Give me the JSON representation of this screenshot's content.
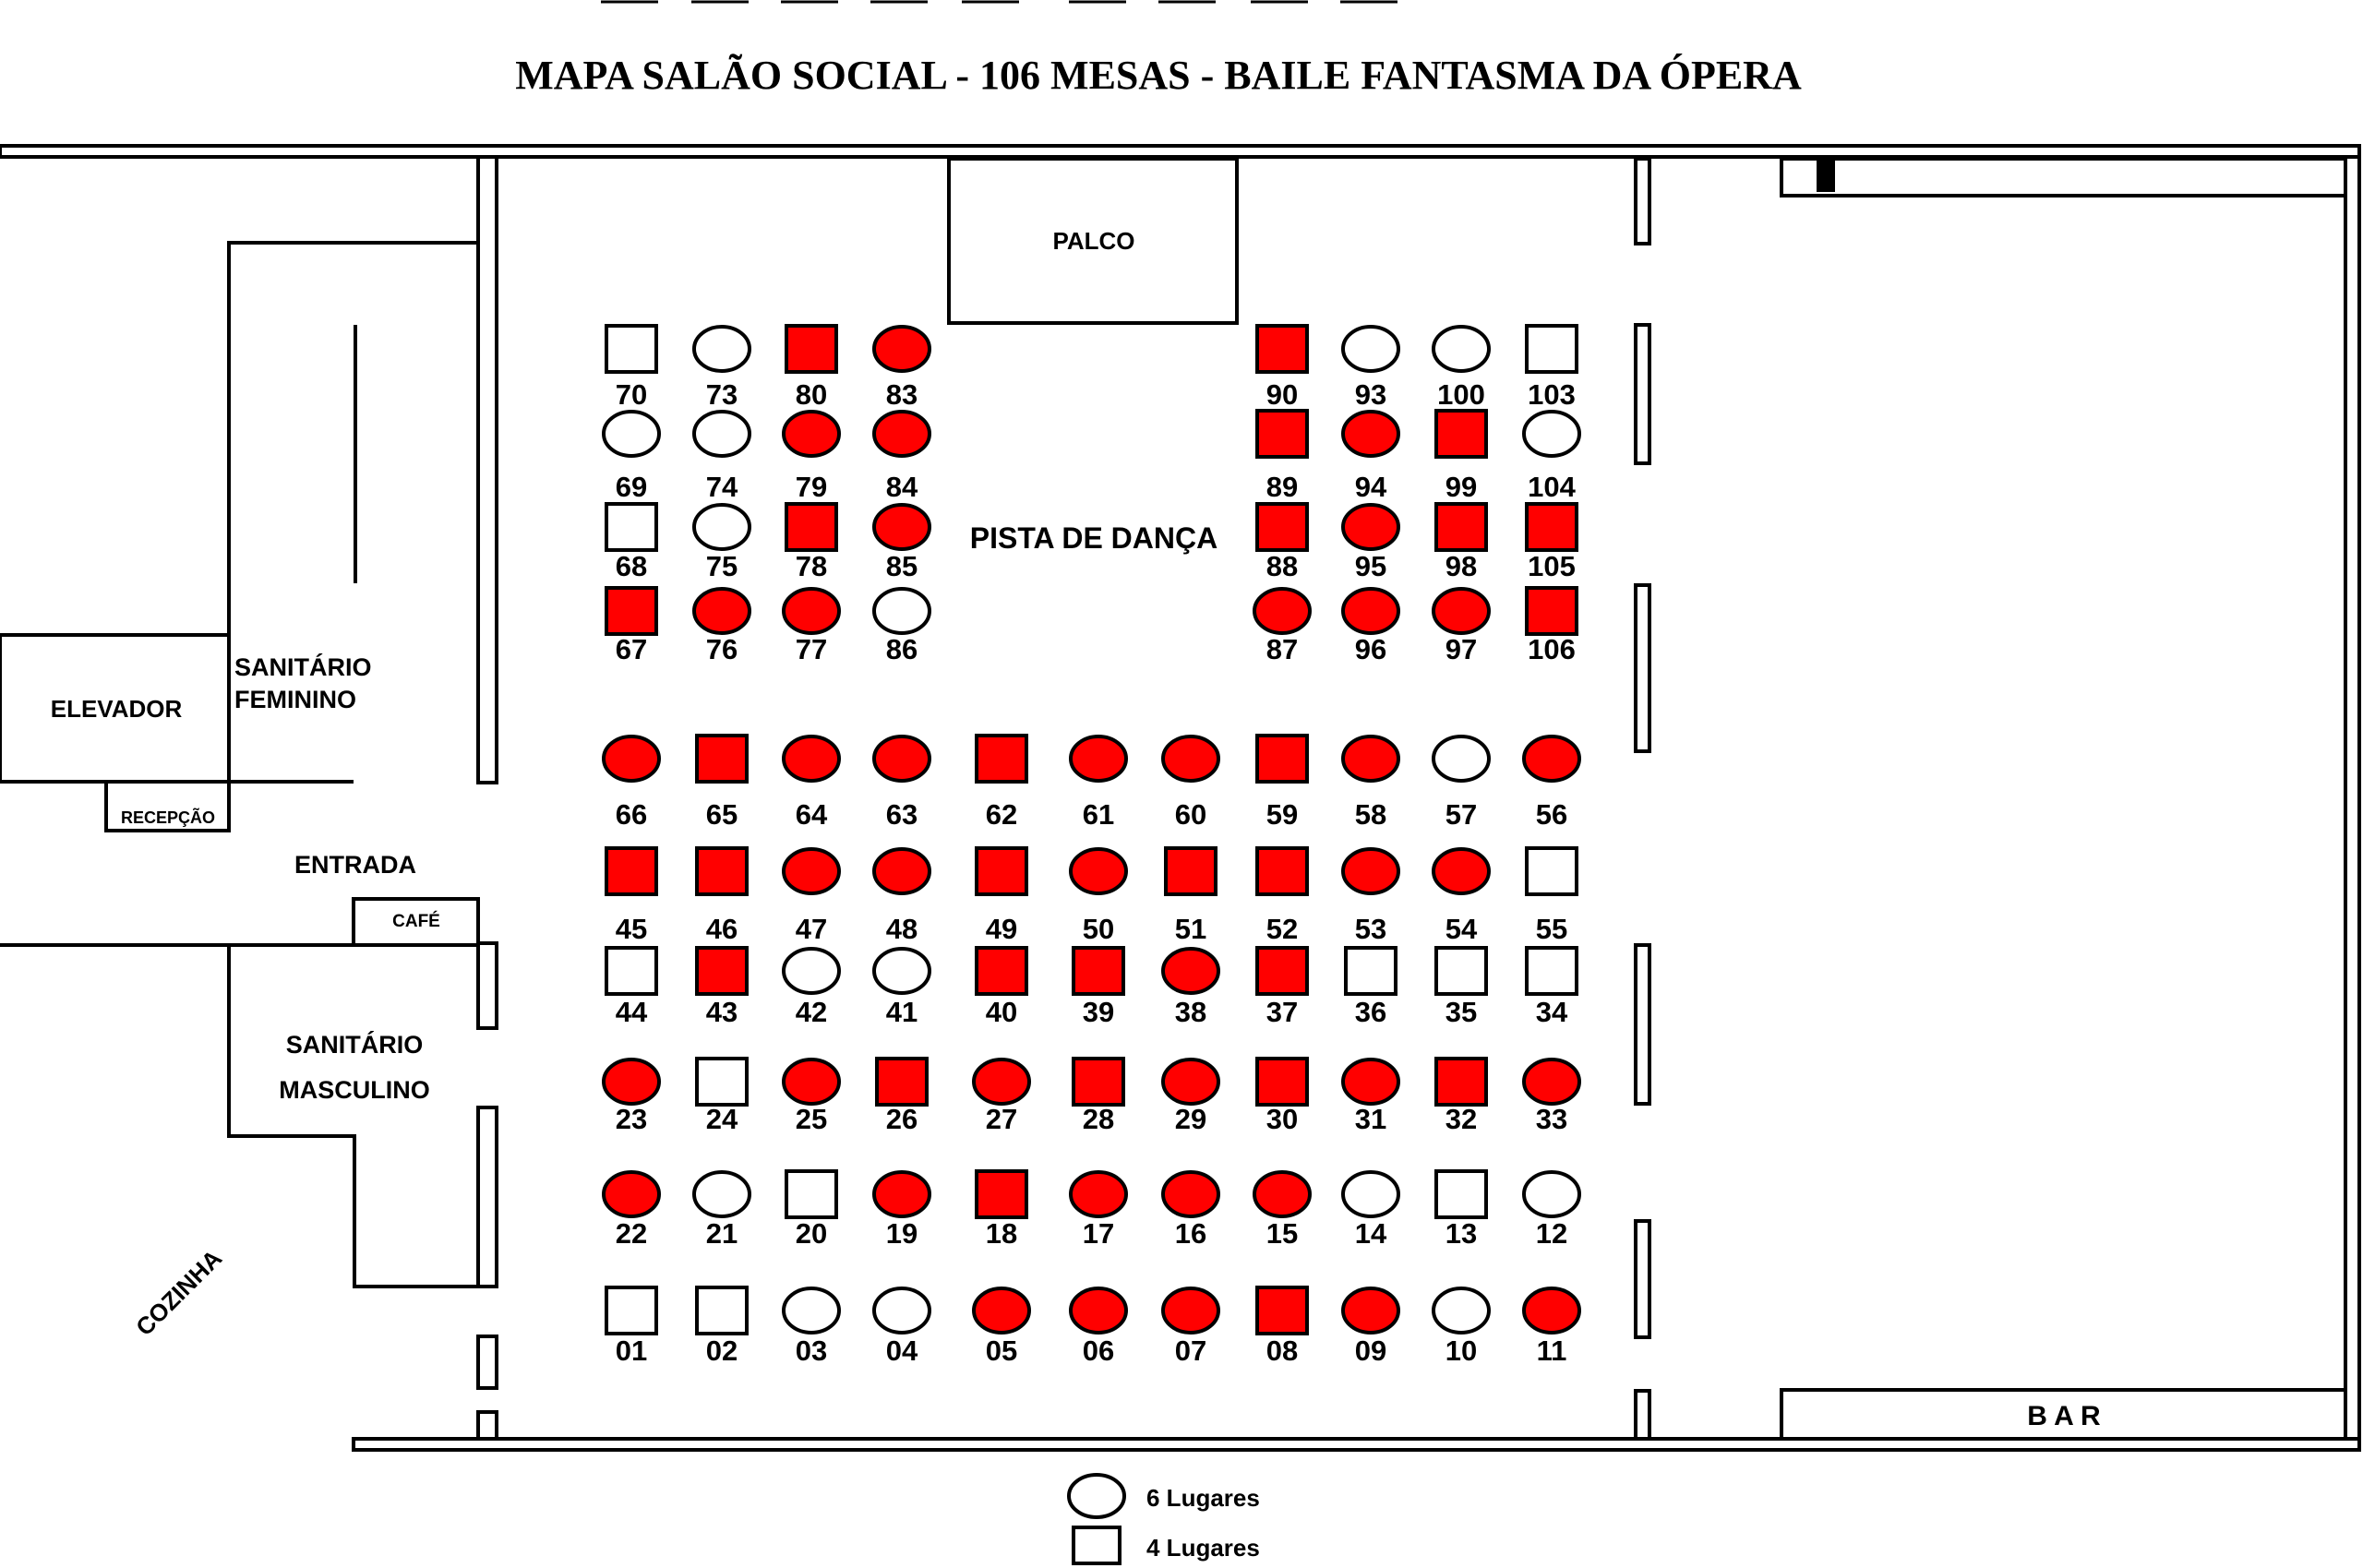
{
  "title": "MAPA SALÃO SOCIAL - 106 MESAS - BAILE FANTASMA DA ÓPERA",
  "labels": {
    "palco": "PALCO",
    "pista": "PISTA DE DANÇA",
    "elevador": "ELEVADOR",
    "sanitario_fem_1": "SANITÁRIO",
    "sanitario_fem_2": "FEMININO",
    "recepcao": "RECEPÇÃO",
    "entrada": "ENTRADA",
    "cafe": "CAFÉ",
    "sanitario_masc_1": "SANITÁRIO",
    "sanitario_masc_2": "MASCULINO",
    "cozinha": "COZINHA",
    "bar": "B A R"
  },
  "legend": {
    "round": "6 Lugares",
    "square": "4 Lugares"
  },
  "colors": {
    "reserved": "#ff0000",
    "available": "#ffffff",
    "line": "#000000"
  },
  "tables": [
    {
      "num": "70",
      "shape": "square",
      "reserved": false
    },
    {
      "num": "73",
      "shape": "round",
      "reserved": false
    },
    {
      "num": "80",
      "shape": "square",
      "reserved": true
    },
    {
      "num": "83",
      "shape": "round",
      "reserved": true
    },
    {
      "num": "90",
      "shape": "square",
      "reserved": true
    },
    {
      "num": "93",
      "shape": "round",
      "reserved": false
    },
    {
      "num": "100",
      "shape": "round",
      "reserved": false
    },
    {
      "num": "103",
      "shape": "square",
      "reserved": false
    },
    {
      "num": "69",
      "shape": "round",
      "reserved": false
    },
    {
      "num": "74",
      "shape": "round",
      "reserved": false
    },
    {
      "num": "79",
      "shape": "round",
      "reserved": true
    },
    {
      "num": "84",
      "shape": "round",
      "reserved": true
    },
    {
      "num": "89",
      "shape": "square",
      "reserved": true
    },
    {
      "num": "94",
      "shape": "round",
      "reserved": true
    },
    {
      "num": "99",
      "shape": "square",
      "reserved": true
    },
    {
      "num": "104",
      "shape": "round",
      "reserved": false
    },
    {
      "num": "68",
      "shape": "square",
      "reserved": false
    },
    {
      "num": "75",
      "shape": "round",
      "reserved": false
    },
    {
      "num": "78",
      "shape": "square",
      "reserved": true
    },
    {
      "num": "85",
      "shape": "round",
      "reserved": true
    },
    {
      "num": "88",
      "shape": "square",
      "reserved": true
    },
    {
      "num": "95",
      "shape": "round",
      "reserved": true
    },
    {
      "num": "98",
      "shape": "square",
      "reserved": true
    },
    {
      "num": "105",
      "shape": "square",
      "reserved": true
    },
    {
      "num": "67",
      "shape": "square",
      "reserved": true
    },
    {
      "num": "76",
      "shape": "round",
      "reserved": true
    },
    {
      "num": "77",
      "shape": "round",
      "reserved": true
    },
    {
      "num": "86",
      "shape": "round",
      "reserved": false
    },
    {
      "num": "87",
      "shape": "round",
      "reserved": true
    },
    {
      "num": "96",
      "shape": "round",
      "reserved": true
    },
    {
      "num": "97",
      "shape": "round",
      "reserved": true
    },
    {
      "num": "106",
      "shape": "square",
      "reserved": true
    },
    {
      "num": "66",
      "shape": "round",
      "reserved": true
    },
    {
      "num": "65",
      "shape": "square",
      "reserved": true
    },
    {
      "num": "64",
      "shape": "round",
      "reserved": true
    },
    {
      "num": "63",
      "shape": "round",
      "reserved": true
    },
    {
      "num": "62",
      "shape": "square",
      "reserved": true
    },
    {
      "num": "61",
      "shape": "round",
      "reserved": true
    },
    {
      "num": "60",
      "shape": "round",
      "reserved": true
    },
    {
      "num": "59",
      "shape": "square",
      "reserved": true
    },
    {
      "num": "58",
      "shape": "round",
      "reserved": true
    },
    {
      "num": "57",
      "shape": "round",
      "reserved": false
    },
    {
      "num": "56",
      "shape": "round",
      "reserved": true
    },
    {
      "num": "45",
      "shape": "square",
      "reserved": true
    },
    {
      "num": "46",
      "shape": "square",
      "reserved": true
    },
    {
      "num": "47",
      "shape": "round",
      "reserved": true
    },
    {
      "num": "48",
      "shape": "round",
      "reserved": true
    },
    {
      "num": "49",
      "shape": "square",
      "reserved": true
    },
    {
      "num": "50",
      "shape": "round",
      "reserved": true
    },
    {
      "num": "51",
      "shape": "square",
      "reserved": true
    },
    {
      "num": "52",
      "shape": "square",
      "reserved": true
    },
    {
      "num": "53",
      "shape": "round",
      "reserved": true
    },
    {
      "num": "54",
      "shape": "round",
      "reserved": true
    },
    {
      "num": "55",
      "shape": "square",
      "reserved": false
    },
    {
      "num": "44",
      "shape": "square",
      "reserved": false
    },
    {
      "num": "43",
      "shape": "square",
      "reserved": true
    },
    {
      "num": "42",
      "shape": "round",
      "reserved": false
    },
    {
      "num": "41",
      "shape": "round",
      "reserved": false
    },
    {
      "num": "40",
      "shape": "square",
      "reserved": true
    },
    {
      "num": "39",
      "shape": "square",
      "reserved": true
    },
    {
      "num": "38",
      "shape": "round",
      "reserved": true
    },
    {
      "num": "37",
      "shape": "square",
      "reserved": true
    },
    {
      "num": "36",
      "shape": "square",
      "reserved": false
    },
    {
      "num": "35",
      "shape": "square",
      "reserved": false
    },
    {
      "num": "34",
      "shape": "square",
      "reserved": false
    },
    {
      "num": "23",
      "shape": "round",
      "reserved": true
    },
    {
      "num": "24",
      "shape": "square",
      "reserved": false
    },
    {
      "num": "25",
      "shape": "round",
      "reserved": true
    },
    {
      "num": "26",
      "shape": "square",
      "reserved": true
    },
    {
      "num": "27",
      "shape": "round",
      "reserved": true
    },
    {
      "num": "28",
      "shape": "square",
      "reserved": true
    },
    {
      "num": "29",
      "shape": "round",
      "reserved": true
    },
    {
      "num": "30",
      "shape": "square",
      "reserved": true
    },
    {
      "num": "31",
      "shape": "round",
      "reserved": true
    },
    {
      "num": "32",
      "shape": "square",
      "reserved": true
    },
    {
      "num": "33",
      "shape": "round",
      "reserved": true
    },
    {
      "num": "22",
      "shape": "round",
      "reserved": true
    },
    {
      "num": "21",
      "shape": "round",
      "reserved": false
    },
    {
      "num": "20",
      "shape": "square",
      "reserved": false
    },
    {
      "num": "19",
      "shape": "round",
      "reserved": true
    },
    {
      "num": "18",
      "shape": "square",
      "reserved": true
    },
    {
      "num": "17",
      "shape": "round",
      "reserved": true
    },
    {
      "num": "16",
      "shape": "round",
      "reserved": true
    },
    {
      "num": "15",
      "shape": "round",
      "reserved": true
    },
    {
      "num": "14",
      "shape": "round",
      "reserved": false
    },
    {
      "num": "13",
      "shape": "square",
      "reserved": false
    },
    {
      "num": "12",
      "shape": "round",
      "reserved": false
    },
    {
      "num": "01",
      "shape": "square",
      "reserved": false
    },
    {
      "num": "02",
      "shape": "square",
      "reserved": false
    },
    {
      "num": "03",
      "shape": "round",
      "reserved": false
    },
    {
      "num": "04",
      "shape": "round",
      "reserved": false
    },
    {
      "num": "05",
      "shape": "round",
      "reserved": true
    },
    {
      "num": "06",
      "shape": "round",
      "reserved": true
    },
    {
      "num": "07",
      "shape": "round",
      "reserved": true
    },
    {
      "num": "08",
      "shape": "square",
      "reserved": true
    },
    {
      "num": "09",
      "shape": "round",
      "reserved": true
    },
    {
      "num": "10",
      "shape": "round",
      "reserved": false
    },
    {
      "num": "11",
      "shape": "round",
      "reserved": true
    }
  ]
}
